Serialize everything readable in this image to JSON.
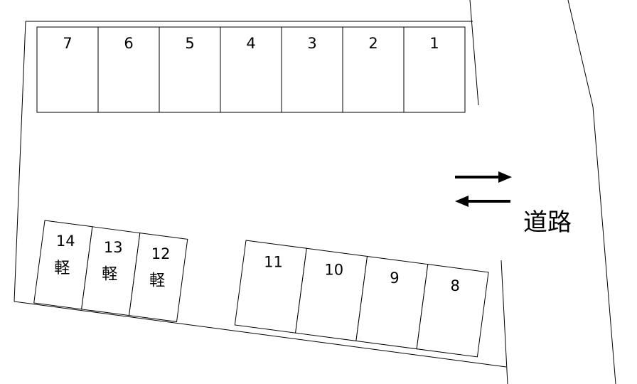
{
  "road_label": "道路",
  "kei_label": "軽",
  "top_row": [
    "7",
    "6",
    "5",
    "4",
    "3",
    "2",
    "1"
  ],
  "bottom_left": [
    {
      "number": "14",
      "kei": true
    },
    {
      "number": "13",
      "kei": true
    },
    {
      "number": "12",
      "kei": true
    }
  ],
  "bottom_right": [
    {
      "number": "11",
      "kei": false
    },
    {
      "number": "10",
      "kei": false
    },
    {
      "number": "9",
      "kei": false
    },
    {
      "number": "8",
      "kei": false
    }
  ]
}
